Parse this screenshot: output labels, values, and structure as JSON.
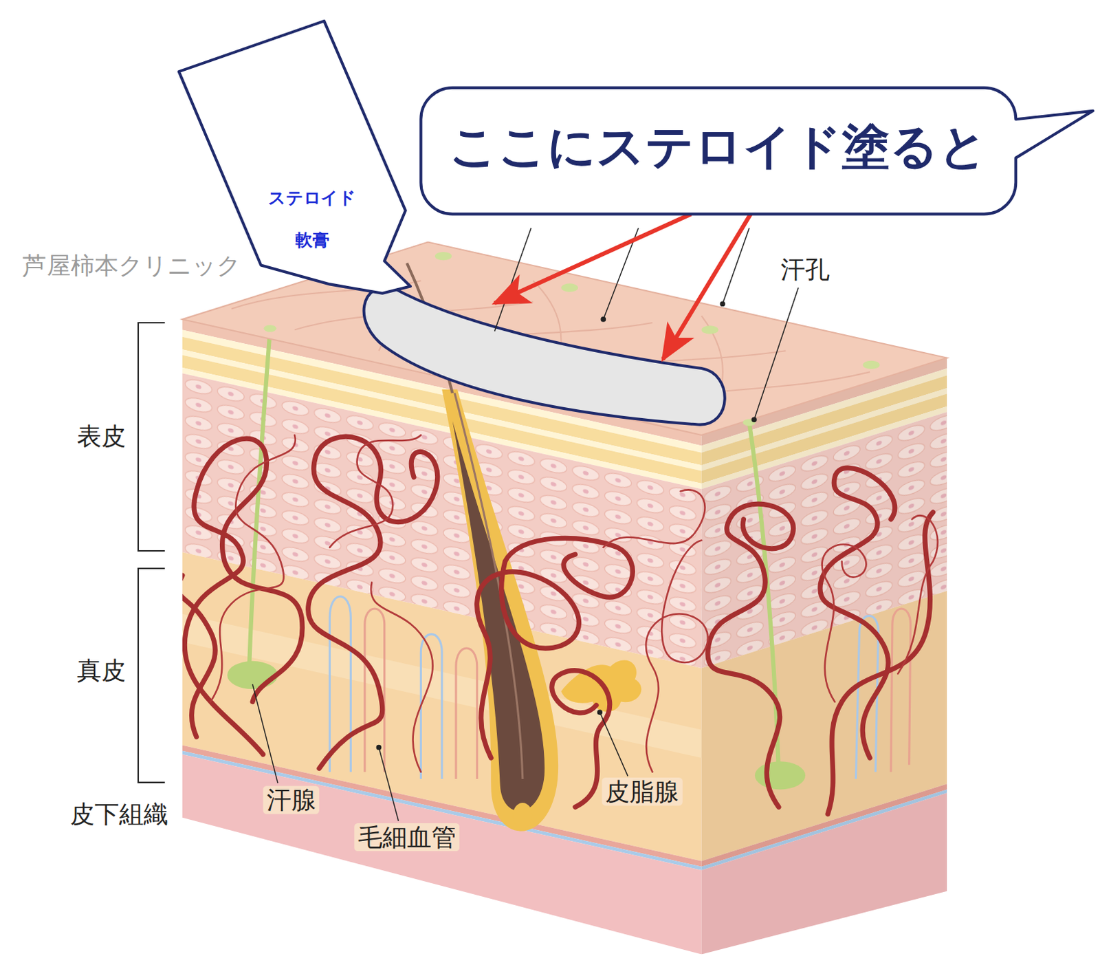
{
  "diagram": {
    "nodes": [
      {
        "text": [
          "ステロイド 軟膏"
        ]
      },
      {
        "text": [
          "ここにステロイド塗ると"
        ]
      }
    ],
    "labels": [
      "芦屋柿本クリニック",
      "汗孔",
      "表皮",
      "真皮",
      "皮下組織",
      "汗腺",
      "毛細血管",
      "皮脂腺"
    ]
  }
}
